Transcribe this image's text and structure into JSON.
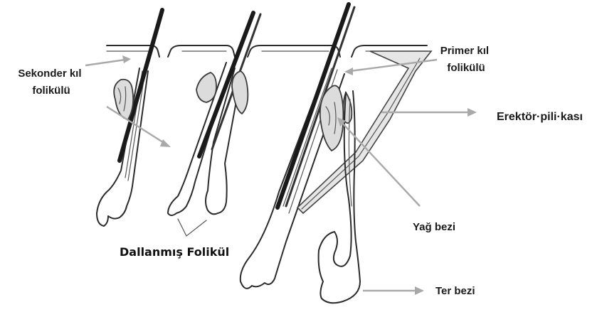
{
  "labels": {
    "secondary_follicle": [
      "Sekonder kıl",
      "folikülü"
    ],
    "primary_follicle": [
      "Primer kıl",
      "folikülü"
    ],
    "arrector_muscle": "Erektör·pili·kası",
    "sebaceous_gland": "Yağ bezi",
    "branched_follicle": "Dallanmış Folikül",
    "sweat_gland": "Ter bezi"
  },
  "colors": {
    "line": "#2b2b2b",
    "pointer": "#a9a9a9",
    "hair": "#1a1a1a",
    "gland_fill": "#dcdcdc"
  }
}
